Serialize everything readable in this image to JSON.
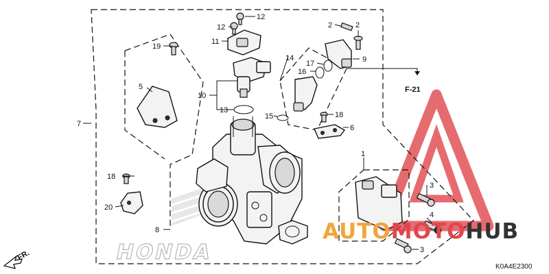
{
  "callouts": [
    {
      "id": "c1",
      "text": "1"
    },
    {
      "id": "c2a",
      "text": "2"
    },
    {
      "id": "c2b",
      "text": "2"
    },
    {
      "id": "c3a",
      "text": "3"
    },
    {
      "id": "c3b",
      "text": "3"
    },
    {
      "id": "c4",
      "text": "4"
    },
    {
      "id": "c5",
      "text": "5"
    },
    {
      "id": "c6",
      "text": "6"
    },
    {
      "id": "c7",
      "text": "7"
    },
    {
      "id": "c8",
      "text": "8"
    },
    {
      "id": "c9",
      "text": "9"
    },
    {
      "id": "c10",
      "text": "10"
    },
    {
      "id": "c11",
      "text": "11"
    },
    {
      "id": "c12a",
      "text": "12"
    },
    {
      "id": "c12b",
      "text": "12"
    },
    {
      "id": "c13",
      "text": "13"
    },
    {
      "id": "c14",
      "text": "14"
    },
    {
      "id": "c15",
      "text": "15"
    },
    {
      "id": "c16",
      "text": "16"
    },
    {
      "id": "c17",
      "text": "17"
    },
    {
      "id": "c18a",
      "text": "18"
    },
    {
      "id": "c18b",
      "text": "18"
    },
    {
      "id": "c19",
      "text": "19"
    },
    {
      "id": "c20",
      "text": "20"
    }
  ],
  "reference_label": "F-21",
  "direction_label": "FR.",
  "diagram_code": "K0A4E2300",
  "watermark": {
    "brand_a": "AUTO",
    "brand_b": "MOTO",
    "brand_c": "HUB",
    "background_mark": "HONDA",
    "color_red": "#e0474c",
    "color_orange": "#f2a53a",
    "color_dark": "#333333"
  }
}
